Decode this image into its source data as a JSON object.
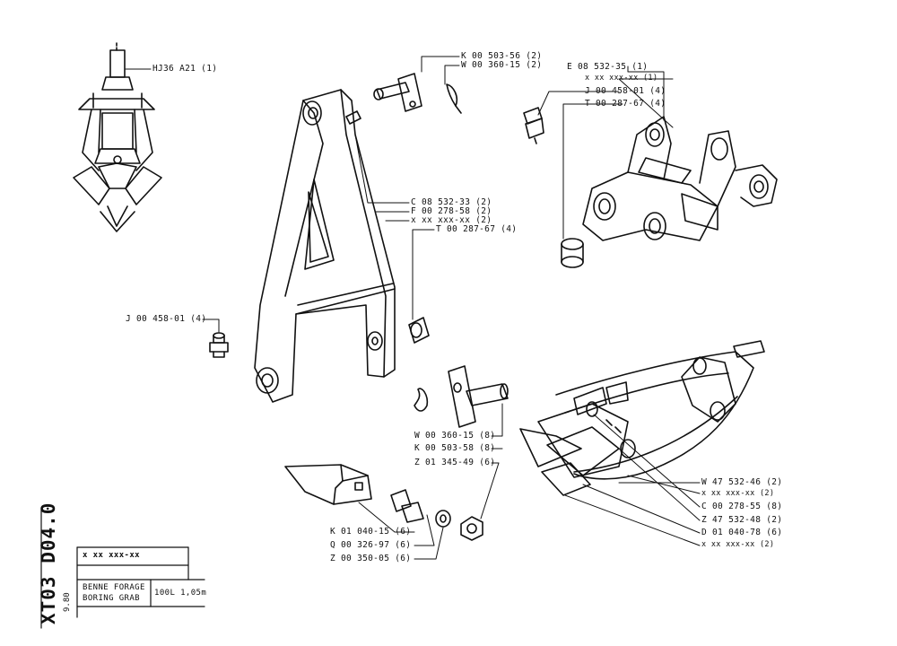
{
  "labels": {
    "top_grab": "HJ36 A21 (1)",
    "k_pin_top": "K 00 503-56 (2)",
    "w_clip_top": "W 00 360-15 (2)",
    "c_bolt": "C 08 532-33 (2)",
    "f_nut": "F 00 278-58 (2)",
    "x_frame": "x xx xxx-xx (2)",
    "t_bush_frame": "T 00 287-67 (4)",
    "j_nipple_left": "J 00 458-01 (4)",
    "e_block": "E 08 532-35 (1)",
    "x_block": "x xx xxx-xx (1)",
    "j_nipple_block": "J 00 458-01 (4)",
    "t_bush_block": "T 00 287-67 (4)",
    "w_clip_mid": "W 00 360-15 (8)",
    "k_pin_mid": "K 00 503-58 (8)",
    "z_01": "Z 01 345-49 (6)",
    "k_tooth": "K 01 040-15 (6)",
    "q_bolt": "Q 00 326-97 (6)",
    "z_washer": "Z 00 350-05 (6)",
    "w_shell": "W 47 532-46 (2)",
    "x_shell": "x xx xxx-xx (2)",
    "c_shell": "C 00 278-55 (8)",
    "z_shell": "Z 47 532-48 (2)",
    "d_shell": "D 01 040-78 (6)",
    "x_shell_bottom": "x xx xxx-xx (2)"
  },
  "title_block": {
    "drawing_number": "XT03 D04.0",
    "code": "x xx xxx-xx",
    "date": "9.80",
    "name_fr": "BENNE FORAGE",
    "name_en": "BORING GRAB",
    "size": "100L 1,05m"
  }
}
